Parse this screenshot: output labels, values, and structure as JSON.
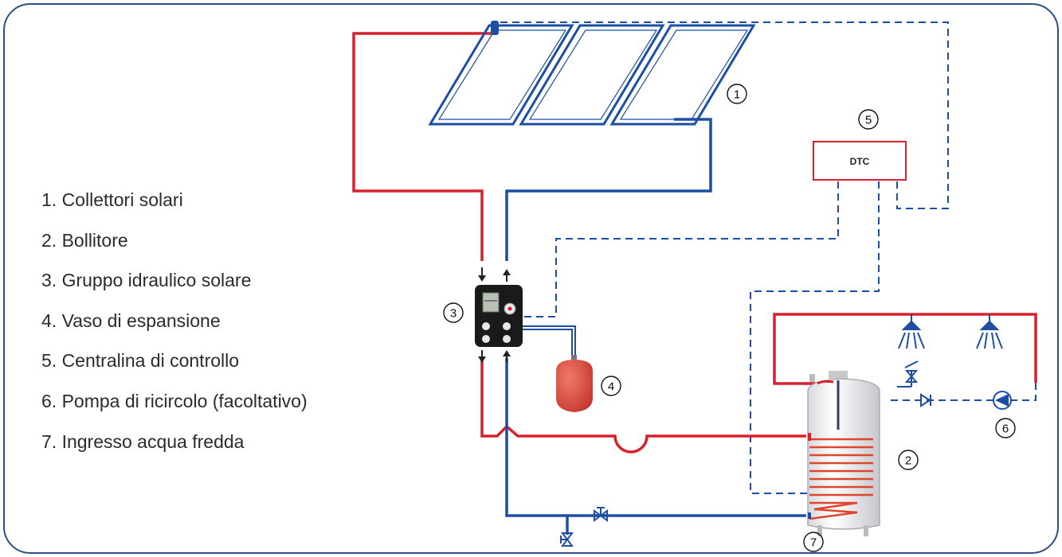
{
  "legend": {
    "items": [
      "1. Collettori solari",
      "2. Bollitore",
      "3. Gruppo idraulico solare",
      "4. Vaso di espansione",
      "5. Centralina di controllo",
      "6. Pompa di ricircolo (facoltativo)",
      "7. Ingresso acqua fredda"
    ]
  },
  "controller": {
    "label": "DTC"
  },
  "markers": {
    "collectors": "1",
    "boiler": "2",
    "hydraulic_group": "3",
    "expansion_vessel": "4",
    "controller": "5",
    "recirculation_pump": "6",
    "cold_water_inlet": "7"
  },
  "colors": {
    "hot_line": "#d9202e",
    "cold_line": "#1c4fa3",
    "signal_line": "#1c4fa3",
    "frame": "#2a4f86",
    "legend_text": "#2b2b2b"
  }
}
